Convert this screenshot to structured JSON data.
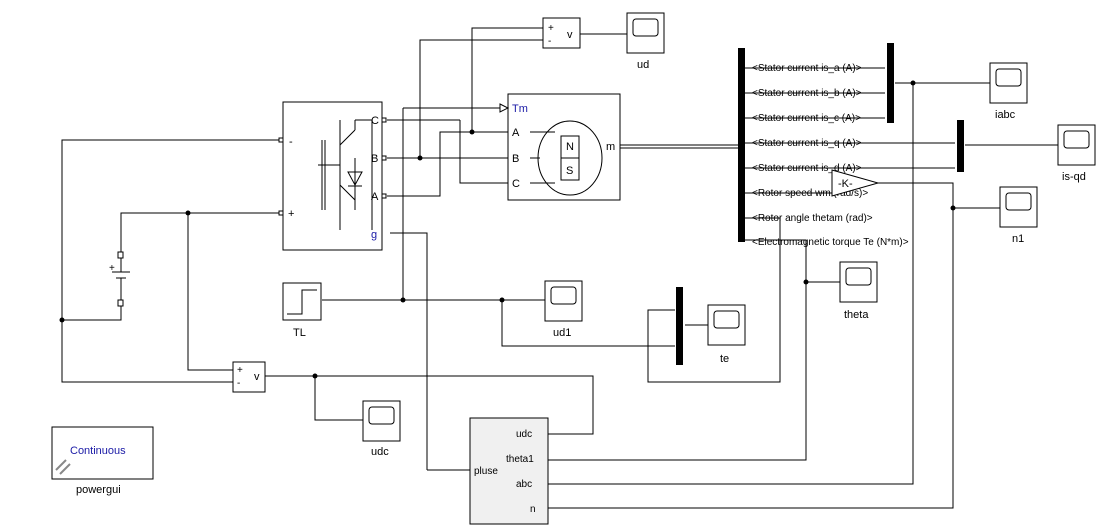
{
  "blocks": {
    "inverter_ports": [
      "-",
      "+",
      "C",
      "B",
      "A",
      "g"
    ],
    "motor_ports": [
      "Tm",
      "A",
      "B",
      "C",
      "m"
    ],
    "motor_poles": [
      "N",
      "S"
    ],
    "sum_top": {
      "plus": "+",
      "minus": "-",
      "out": "v"
    },
    "sum_bottom": {
      "plus": "+",
      "minus": "-",
      "out": "v"
    },
    "dc_source": {
      "plus": "+"
    },
    "tl_label": "TL",
    "gain_label": "-K-",
    "scopes": [
      "ud",
      "iabc",
      "is-qd",
      "n1",
      "theta",
      "ud1",
      "te",
      "udc"
    ],
    "bus_signals": [
      "<Stator current is_a (A)>",
      "<Stator current is_b (A)>",
      "<Stator current is_c (A)>",
      "<Stator current is_q (A)>",
      "<Stator current is_d (A)>",
      "<Rotor speed wm (rad/s)>",
      "<Rotor angle thetam (rad)>",
      "<Electromagnetic torque Te (N*m)>"
    ],
    "subsystem": {
      "inputs": [
        "udc",
        "theta1",
        "abc",
        "n"
      ],
      "output": "pluse"
    },
    "powergui": {
      "mode": "Continuous",
      "name": "powergui"
    }
  }
}
